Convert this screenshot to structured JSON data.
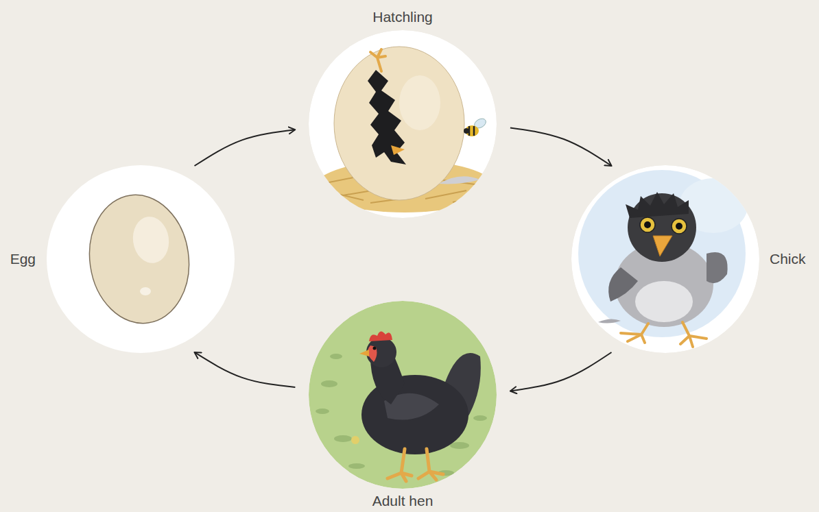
{
  "diagram": {
    "nodes": [
      {
        "text": [
          "Egg"
        ]
      },
      {
        "text": [
          "Hatchling"
        ]
      },
      {
        "text": [
          "Chick"
        ]
      },
      {
        "text": [
          "Adult hen"
        ]
      }
    ],
    "edges": [
      {
        "from": 0,
        "to": 1,
        "arrow": "to"
      },
      {
        "from": 1,
        "to": 2,
        "arrow": "to"
      },
      {
        "from": 2,
        "to": 3,
        "arrow": "to"
      },
      {
        "from": 3,
        "to": 0,
        "arrow": "to"
      }
    ]
  }
}
